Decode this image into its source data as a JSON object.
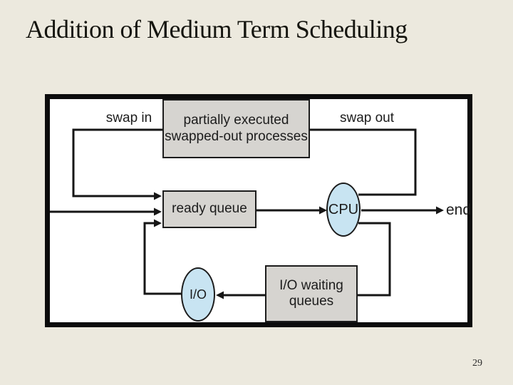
{
  "slide": {
    "title": "Addition of Medium Term Scheduling",
    "page_number": "29"
  },
  "diagram": {
    "nodes": {
      "swapped_out": "partially executed\nswapped-out processes",
      "ready_queue": "ready queue",
      "io_waiting": "I/O waiting\nqueues",
      "cpu": "CPU",
      "io": "I/O"
    },
    "labels": {
      "swap_in": "swap in",
      "swap_out": "swap out",
      "end": "end"
    },
    "colors": {
      "slide_background": "#ece9de",
      "diagram_background": "#ffffff",
      "frame_border": "#0c0c0c",
      "box_fill": "#d6d4d0",
      "ellipse_fill": "#c8e4f2",
      "line": "#161616"
    }
  }
}
